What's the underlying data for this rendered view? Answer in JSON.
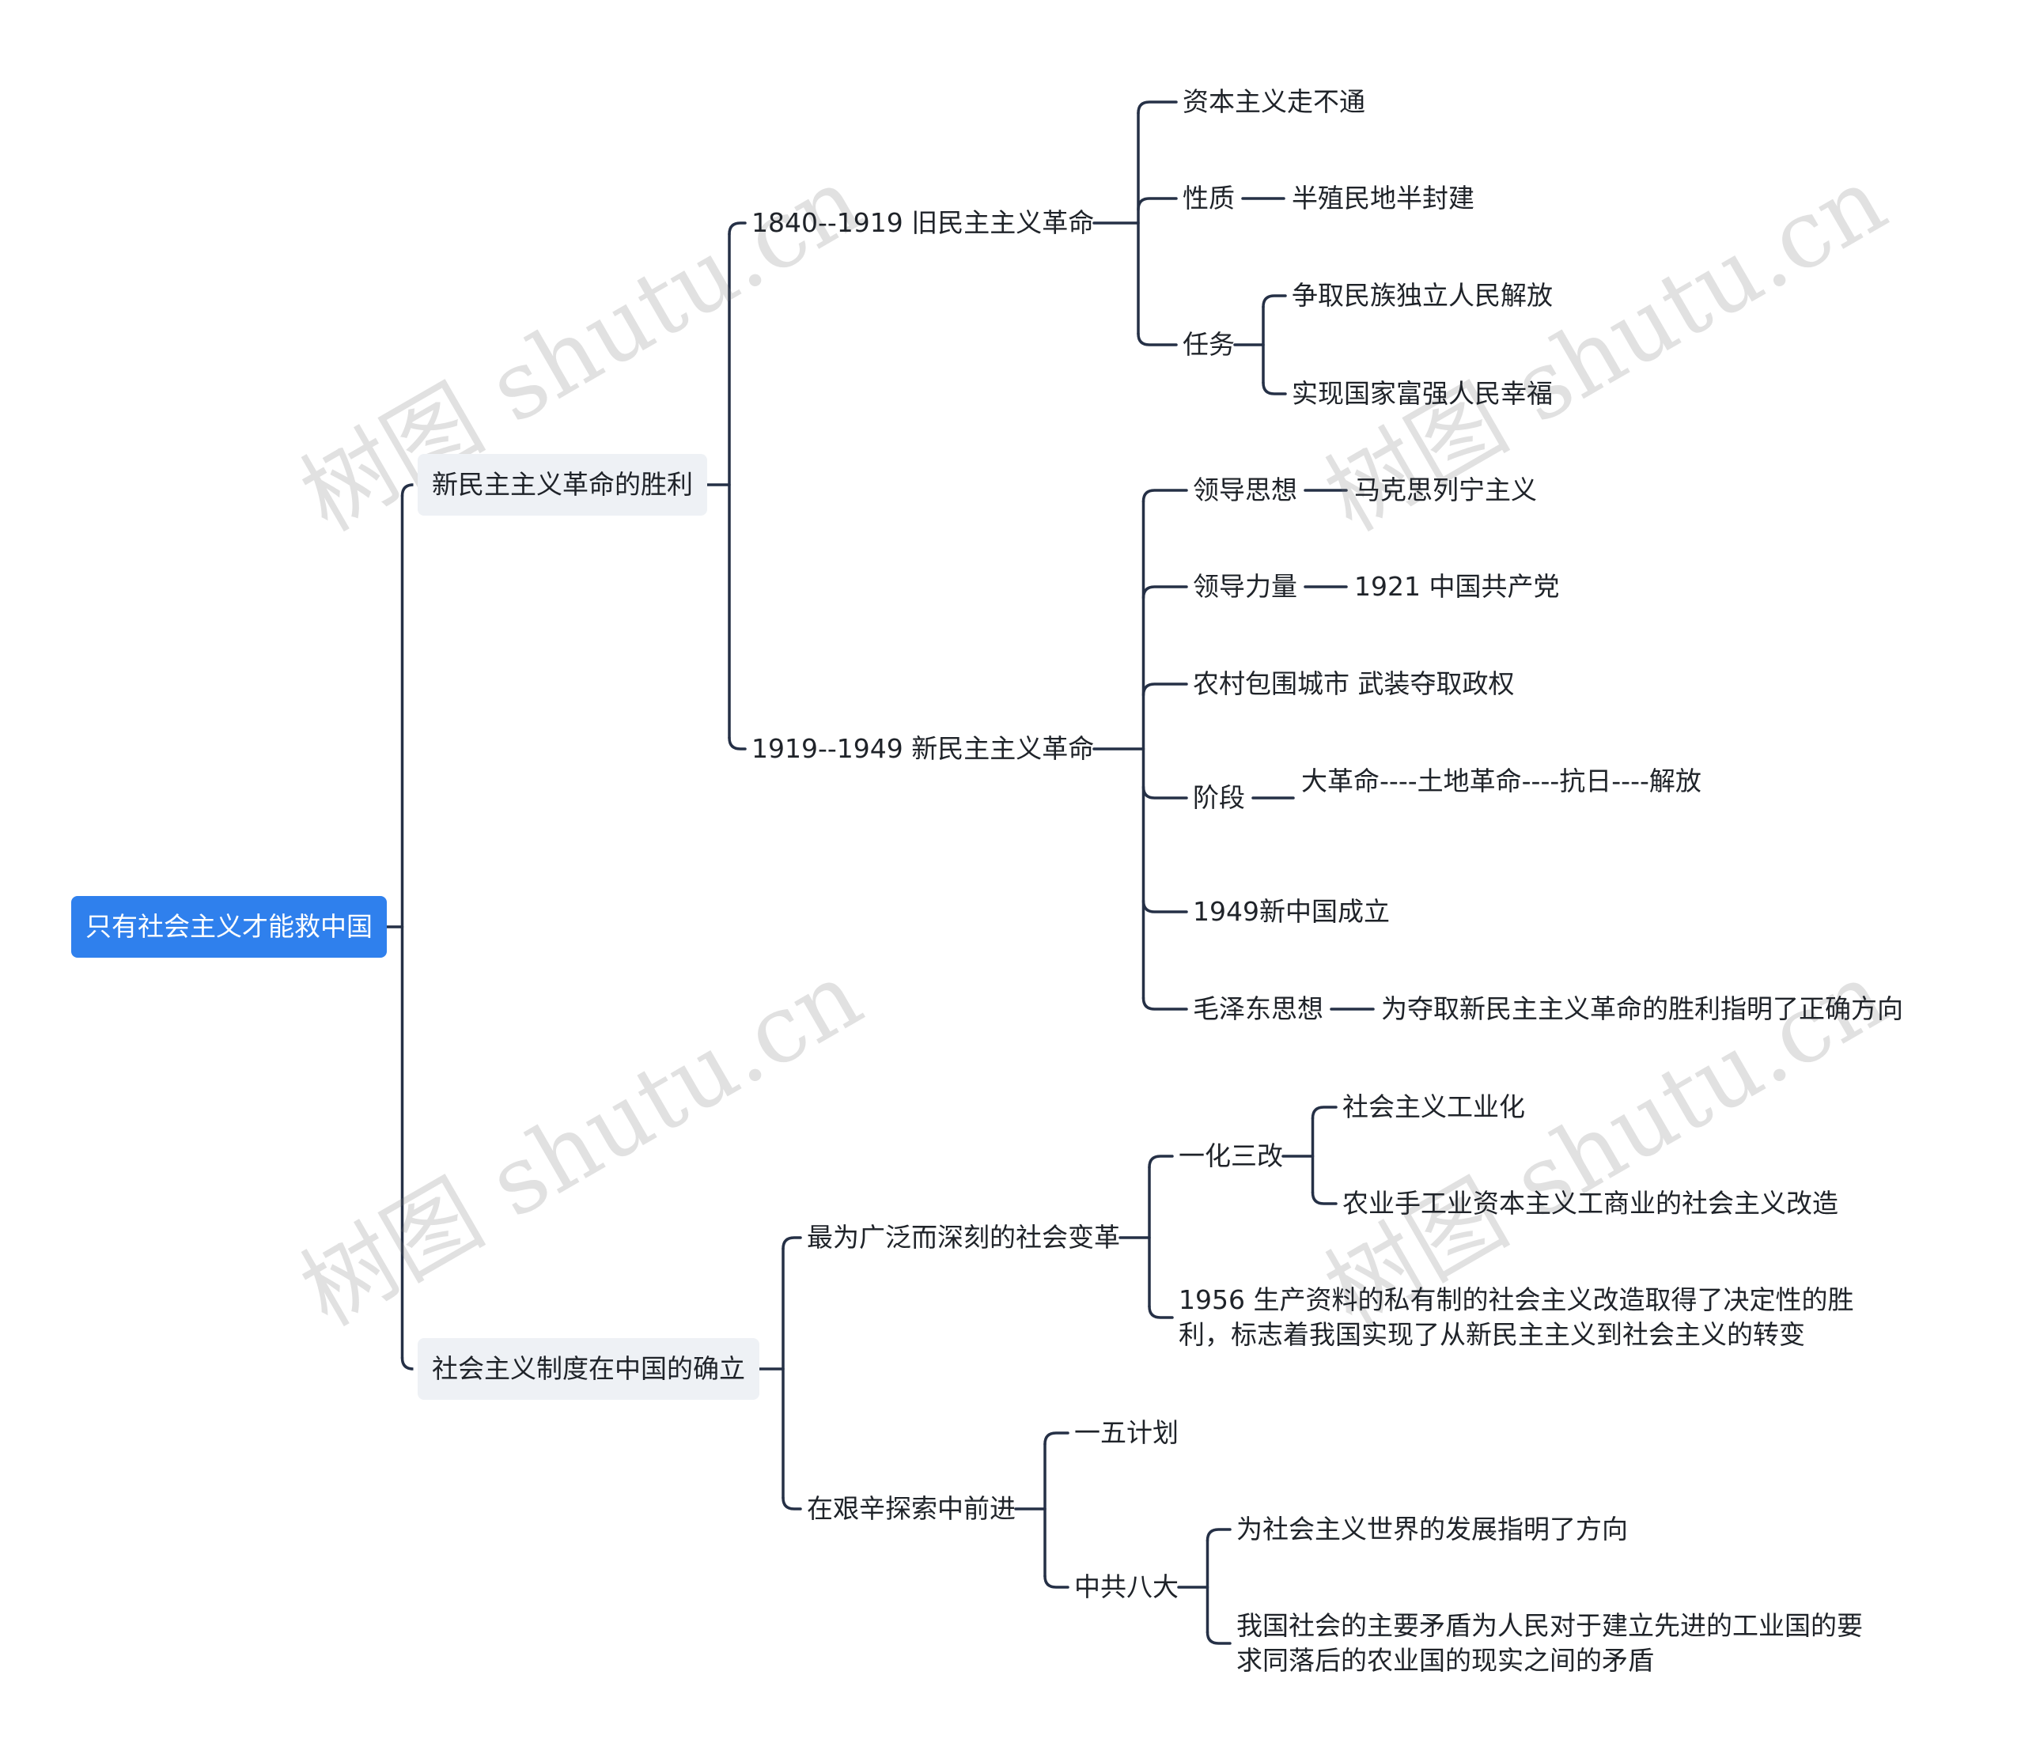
{
  "watermark": "树图 shutu.cn",
  "root": "只有社会主义才能救中国",
  "branch1": {
    "label": "新民主主义革命的胜利",
    "old_revolution": {
      "label": "1840--1919   旧民主主义革命",
      "capitalism": "资本主义走不通",
      "nature": {
        "label": "性质",
        "value": "半殖民地半封建"
      },
      "task": {
        "label": "任务",
        "items": [
          "争取民族独立人民解放",
          "实现国家富强人民幸福"
        ]
      }
    },
    "new_revolution": {
      "label": "1919--1949   新民主主义革命",
      "ideology": {
        "label": "领导思想",
        "value": "马克思列宁主义"
      },
      "force": {
        "label": "领导力量",
        "value": "1921 中国共产党"
      },
      "strategy": "农村包围城市 武装夺取政权",
      "stages": {
        "label": "阶段",
        "value": "大革命----土地革命----抗日----解放"
      },
      "founding": "1949新中国成立",
      "mao": {
        "label": "毛泽东思想",
        "value": "为夺取新民主主义革命的胜利指明了正确方向"
      }
    }
  },
  "branch2": {
    "label": "社会主义制度在中国的确立",
    "reform": {
      "label": "最为广泛而深刻的社会变革",
      "yihua": {
        "label": "一化三改",
        "items": [
          "社会主义工业化",
          "农业手工业资本主义工商业的社会主义改造"
        ]
      },
      "y1956": "1956 生产资料的私有制的社会主义改造取得了决定性的胜利，标志着我国实现了从新民主主义到社会主义的转变"
    },
    "explore": {
      "label": "在艰辛探索中前进",
      "plan": "一五计划",
      "congress": {
        "label": "中共八大",
        "items": [
          "为社会主义世界的发展指明了方向",
          "我国社会的主要矛盾为人民对于建立先进的工业国的要求同落后的农业国的现实之间的矛盾"
        ]
      }
    }
  }
}
